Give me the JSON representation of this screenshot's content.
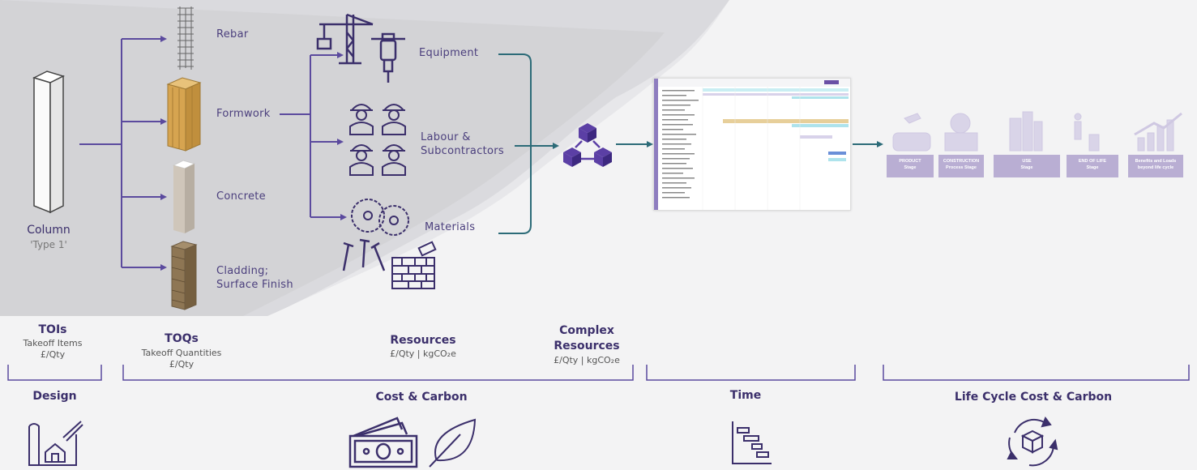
{
  "colors": {
    "primary": "#3b2f6b",
    "accent": "#5b4a9e",
    "teal": "#2c6b78",
    "stage_fill": "#b9aed3"
  },
  "design": {
    "column_title": "Column",
    "column_type": "'Type 1'"
  },
  "toqs": {
    "items": [
      "Rebar",
      "Formwork",
      "Concrete",
      "Cladding;",
      "Surface Finish"
    ]
  },
  "resources": {
    "equipment": "Equipment",
    "labour_1": "Labour &",
    "labour_2": "Subcontractors",
    "materials": "Materials"
  },
  "stages": [
    {
      "line1": "PRODUCT",
      "line2": "Stage"
    },
    {
      "line1": "CONSTRUCTION",
      "line2": "Process Stage"
    },
    {
      "line1": "USE",
      "line2": "Stage"
    },
    {
      "line1": "END OF LIFE",
      "line2": "Stage"
    },
    {
      "line1": "Benefits and Loads",
      "line2": "beyond life cycle"
    }
  ],
  "labels": {
    "tois": {
      "title": "TOIs",
      "sub1": "Takeoff Items",
      "sub2": "£/Qty"
    },
    "toqs": {
      "title": "TOQs",
      "sub1": "Takeoff Quantities",
      "sub2": "£/Qty"
    },
    "resources": {
      "title": "Resources",
      "sub1": "£/Qty  |  kgCO₂e"
    },
    "complex": {
      "title1": "Complex",
      "title2": "Resources",
      "sub1": "£/Qty  |  kgCO₂e"
    }
  },
  "categories": {
    "design": "Design",
    "cost_carbon": "Cost & Carbon",
    "time": "Time",
    "lifecycle": "Life Cycle Cost & Carbon"
  },
  "icons": [
    "column-icon",
    "rebar-icon",
    "formwork-icon",
    "concrete-icon",
    "cladding-icon",
    "crane-icon",
    "jackhammer-icon",
    "workers-icon",
    "saw-blades-icon",
    "nails-icon",
    "bricks-icon",
    "cubes-network-icon",
    "gantt-screenshot",
    "stage-icons",
    "house-plan-icon",
    "money-icon",
    "leaf-icon",
    "gantt-icon",
    "lifecycle-cube-icon"
  ]
}
